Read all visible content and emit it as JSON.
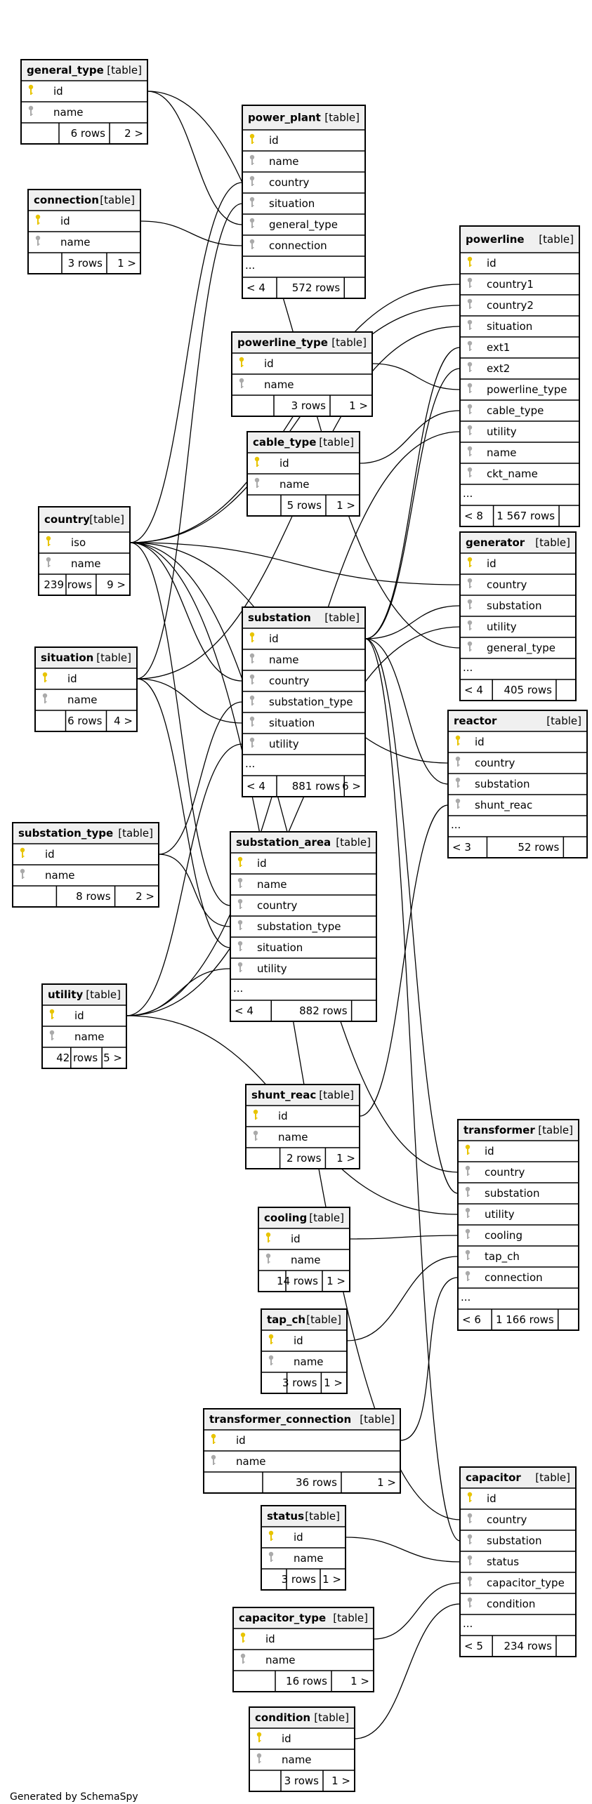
{
  "footer": "Generated by SchemaSpy",
  "table_tag": "[table]",
  "continuation": "...",
  "tables": {
    "general_type": {
      "title": "general_type",
      "columns": [
        "id",
        "name"
      ],
      "rows": "6 rows",
      "children": "2 >"
    },
    "connection": {
      "title": "connection",
      "columns": [
        "id",
        "name"
      ],
      "rows": "3 rows",
      "children": "1 >"
    },
    "power_plant": {
      "title": "power_plant",
      "columns": [
        "id",
        "name",
        "country",
        "situation",
        "general_type",
        "connection"
      ],
      "parents": "< 4",
      "rows": "572 rows"
    },
    "powerline": {
      "title": "powerline",
      "columns": [
        "id",
        "country1",
        "country2",
        "situation",
        "ext1",
        "ext2",
        "powerline_type",
        "cable_type",
        "utility",
        "name",
        "ckt_name"
      ],
      "parents": "< 8",
      "rows": "1 567 rows"
    },
    "powerline_type": {
      "title": "powerline_type",
      "columns": [
        "id",
        "name"
      ],
      "rows": "3 rows",
      "children": "1 >"
    },
    "cable_type": {
      "title": "cable_type",
      "columns": [
        "id",
        "name"
      ],
      "rows": "5 rows",
      "children": "1 >"
    },
    "country": {
      "title": "country",
      "columns": [
        "iso",
        "name"
      ],
      "rows": "239 rows",
      "children": "9 >"
    },
    "generator": {
      "title": "generator",
      "columns": [
        "id",
        "country",
        "substation",
        "utility",
        "general_type"
      ],
      "parents": "< 4",
      "rows": "405 rows"
    },
    "substation": {
      "title": "substation",
      "columns": [
        "id",
        "name",
        "country",
        "substation_type",
        "situation",
        "utility"
      ],
      "parents": "< 4",
      "rows": "881 rows",
      "children": "6 >"
    },
    "situation": {
      "title": "situation",
      "columns": [
        "id",
        "name"
      ],
      "rows": "6 rows",
      "children": "4 >"
    },
    "reactor": {
      "title": "reactor",
      "columns": [
        "id",
        "country",
        "substation",
        "shunt_reac"
      ],
      "parents": "< 3",
      "rows": "52 rows"
    },
    "substation_type": {
      "title": "substation_type",
      "columns": [
        "id",
        "name"
      ],
      "rows": "8 rows",
      "children": "2 >"
    },
    "substation_area": {
      "title": "substation_area",
      "columns": [
        "id",
        "name",
        "country",
        "substation_type",
        "situation",
        "utility"
      ],
      "parents": "< 4",
      "rows": "882 rows"
    },
    "utility": {
      "title": "utility",
      "columns": [
        "id",
        "name"
      ],
      "rows": "42 rows",
      "children": "5 >"
    },
    "shunt_reac": {
      "title": "shunt_reac",
      "columns": [
        "id",
        "name"
      ],
      "rows": "2 rows",
      "children": "1 >"
    },
    "transformer": {
      "title": "transformer",
      "columns": [
        "id",
        "country",
        "substation",
        "utility",
        "cooling",
        "tap_ch",
        "connection"
      ],
      "parents": "< 6",
      "rows": "1 166 rows"
    },
    "cooling": {
      "title": "cooling",
      "columns": [
        "id",
        "name"
      ],
      "rows": "14 rows",
      "children": "1 >"
    },
    "tap_ch": {
      "title": "tap_ch",
      "columns": [
        "id",
        "name"
      ],
      "rows": "3 rows",
      "children": "1 >"
    },
    "transformer_connection": {
      "title": "transformer_connection",
      "columns": [
        "id",
        "name"
      ],
      "rows": "36 rows",
      "children": "1 >"
    },
    "status": {
      "title": "status",
      "columns": [
        "id",
        "name"
      ],
      "rows": "3 rows",
      "children": "1 >"
    },
    "capacitor": {
      "title": "capacitor",
      "columns": [
        "id",
        "country",
        "substation",
        "status",
        "capacitor_type",
        "condition"
      ],
      "parents": "< 5",
      "rows": "234 rows"
    },
    "capacitor_type": {
      "title": "capacitor_type",
      "columns": [
        "id",
        "name"
      ],
      "rows": "16 rows",
      "children": "1 >"
    },
    "condition": {
      "title": "condition",
      "columns": [
        "id",
        "name"
      ],
      "rows": "3 rows",
      "children": "1 >"
    }
  },
  "relationships": [
    [
      "power_plant.country",
      "country.iso"
    ],
    [
      "power_plant.situation",
      "situation.id"
    ],
    [
      "power_plant.general_type",
      "general_type.id"
    ],
    [
      "power_plant.connection",
      "connection.id"
    ],
    [
      "powerline.country1",
      "country.iso"
    ],
    [
      "powerline.country2",
      "country.iso"
    ],
    [
      "powerline.situation",
      "situation.id"
    ],
    [
      "powerline.ext1",
      "substation.id"
    ],
    [
      "powerline.ext2",
      "substation.id"
    ],
    [
      "powerline.powerline_type",
      "powerline_type.id"
    ],
    [
      "powerline.cable_type",
      "cable_type.id"
    ],
    [
      "powerline.utility",
      "utility.id"
    ],
    [
      "generator.country",
      "country.iso"
    ],
    [
      "generator.substation",
      "substation.id"
    ],
    [
      "generator.utility",
      "utility.id"
    ],
    [
      "generator.general_type",
      "general_type.id"
    ],
    [
      "substation.country",
      "country.iso"
    ],
    [
      "substation.substation_type",
      "substation_type.id"
    ],
    [
      "substation.situation",
      "situation.id"
    ],
    [
      "substation.utility",
      "utility.id"
    ],
    [
      "reactor.country",
      "country.iso"
    ],
    [
      "reactor.substation",
      "substation.id"
    ],
    [
      "reactor.shunt_reac",
      "shunt_reac.id"
    ],
    [
      "substation_area.country",
      "country.iso"
    ],
    [
      "substation_area.substation_type",
      "substation_type.id"
    ],
    [
      "substation_area.situation",
      "situation.id"
    ],
    [
      "substation_area.utility",
      "utility.id"
    ],
    [
      "transformer.country",
      "country.iso"
    ],
    [
      "transformer.substation",
      "substation.id"
    ],
    [
      "transformer.utility",
      "utility.id"
    ],
    [
      "transformer.cooling",
      "cooling.id"
    ],
    [
      "transformer.tap_ch",
      "tap_ch.id"
    ],
    [
      "transformer.connection",
      "transformer_connection.id"
    ],
    [
      "capacitor.country",
      "country.iso"
    ],
    [
      "capacitor.substation",
      "substation.id"
    ],
    [
      "capacitor.status",
      "status.id"
    ],
    [
      "capacitor.capacitor_type",
      "capacitor_type.id"
    ],
    [
      "capacitor.condition",
      "condition.id"
    ]
  ]
}
